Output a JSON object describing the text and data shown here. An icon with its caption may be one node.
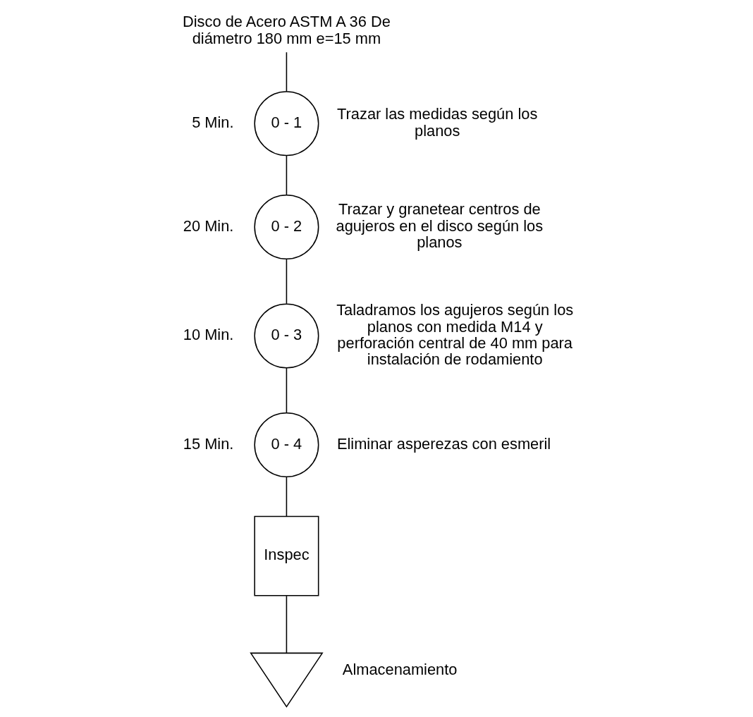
{
  "diagram": {
    "nodes": [
      {
        "text": [
          "Disco de Acero ASTM A 36 De diámetro 180 mm e=15 mm"
        ]
      },
      {
        "text": [
          "0 - 1"
        ],
        "beside": [
          "5 Min.",
          "Trazar las medidas según los planos"
        ]
      },
      {
        "text": [
          "0 - 2"
        ],
        "beside": [
          "20 Min.",
          "Trazar y granetear centros de agujeros en el disco según los planos"
        ]
      },
      {
        "text": [
          "0 - 3"
        ],
        "beside": [
          "10 Min.",
          "Taladramos los agujeros según los planos con medida M14 y perforación central de 40 mm para instalación de rodamiento"
        ]
      },
      {
        "text": [
          "0 - 4"
        ],
        "beside": [
          "15 Min.",
          "Eliminar asperezas con esmeril"
        ]
      },
      {
        "text": [
          "Inspec"
        ]
      },
      {
        "text": [],
        "shape": "triangle",
        "beside": [
          "Almacenamiento"
        ]
      }
    ],
    "edges": [
      {
        "from": 0,
        "to": 1,
        "arrow": "none"
      },
      {
        "from": 1,
        "to": 2,
        "arrow": "none"
      },
      {
        "from": 2,
        "to": 3,
        "arrow": "none"
      },
      {
        "from": 3,
        "to": 4,
        "arrow": "none"
      },
      {
        "from": 4,
        "to": 5,
        "arrow": "none"
      },
      {
        "from": 5,
        "to": 6,
        "arrow": "none"
      }
    ]
  }
}
